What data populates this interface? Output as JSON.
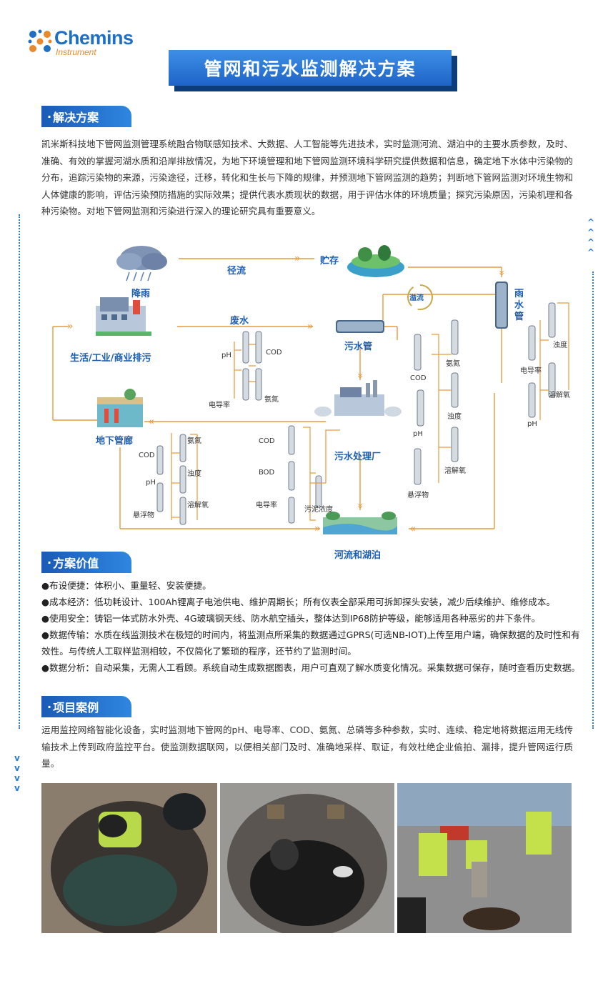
{
  "logo": {
    "name": "Chemins",
    "sub": "Instrument"
  },
  "title": "管网和污水监测解决方案",
  "sections": {
    "solution": {
      "label": "解决方案",
      "bullet": "·"
    },
    "value": {
      "label": "方案价值",
      "bullet": "·"
    },
    "cases": {
      "label": "项目案例",
      "bullet": "·"
    }
  },
  "solution_text": "凯米斯科技地下管网监测管理系统融合物联感知技术、大数据、人工智能等先进技术，实时监测河流、湖泊中的主要水质参数，及时、准确、有效的掌握河湖水质和沿岸排放情况，为地下环境管理和地下管网监测环境科学研究提供数据和信息，确定地下水体中污染物的分布，追踪污染物的来源，污染途径，迁移，转化和生长与下降的规律，并预测地下管网监测的趋势；判断地下管网监测对环境生物和人体健康的影响，评估污染预防措施的实际效果；提供代表水质现状的数据，用于评估水体的环境质量；探究污染原因，污染机理和各种污染物。对地下管网监测和污染进行深入的理论研究具有重要意义。",
  "diagram": {
    "rain": "降雨",
    "runoff": "径流",
    "storage": "贮存",
    "overflow": "溢流",
    "rain_pipe": "雨水管",
    "wastewater": "废水",
    "discharge": "生活/工业/商业排污",
    "sewer_pipe": "污水管",
    "plant": "污水处理厂",
    "corridor": "地下管廊",
    "river": "河流和湖泊",
    "sensors_discharge": [
      "pH",
      "COD",
      "电导率",
      "氨氮"
    ],
    "sensors_sewer": [
      "COD",
      "pH",
      "悬浮物",
      "氨氮",
      "浊度",
      "溶解氧"
    ],
    "sensors_rain": [
      "浊度",
      "电导率",
      "溶解氧",
      "pH"
    ],
    "sensors_plant": [
      "COD",
      "BOD",
      "电导率",
      "污泥浓度"
    ],
    "sensors_corridor": [
      "COD",
      "pH",
      "悬浮物",
      "氨氮",
      "浊度",
      "溶解氧"
    ]
  },
  "values": [
    "●布设便捷：体积小、重量轻、安装便捷。",
    "●成本经济：低功耗设计、100Ah锂离子电池供电、维护周期长；所有仪表全部采用可拆卸探头安装，减少后续维护、维修成本。",
    "●使用安全：铸铝一体式防水外壳、4G玻璃钢天线、防水航空插头，整体达到IP68防护等级，能够适用各种恶劣的井下条件。",
    "●数据传输：水质在线监测技术在极短的时间内，将监测点所采集的数据通过GPRS(可选NB-IOT)上传至用户端，确保数据的及时性和有效性。与传统人工取样监测相较，不仅简化了繁琐的程序，还节约了监测时间。",
    "●数据分析：自动采集，无需人工看顾。系统自动生成数据图表，用户可直观了解水质变化情况。采集数据可保存，随时查看历史数据。"
  ],
  "cases_text": "运用监控网络智能化设备，实时监测地下管网的pH、电导率、COD、氨氮、总磷等多种参数，实时、连续、稳定地将数据运用无线传输技术上传到政府监控平台。使监测数据联网，以便相关部门及时、准确地采样、取证，有效杜绝企业偷拍、漏排，提升管网运行质量。",
  "colors": {
    "brand_blue": "#1f6fc4",
    "accent_orange": "#e9892b",
    "line_blue": "#2b7ad0",
    "line_orange": "#e69a3c"
  }
}
